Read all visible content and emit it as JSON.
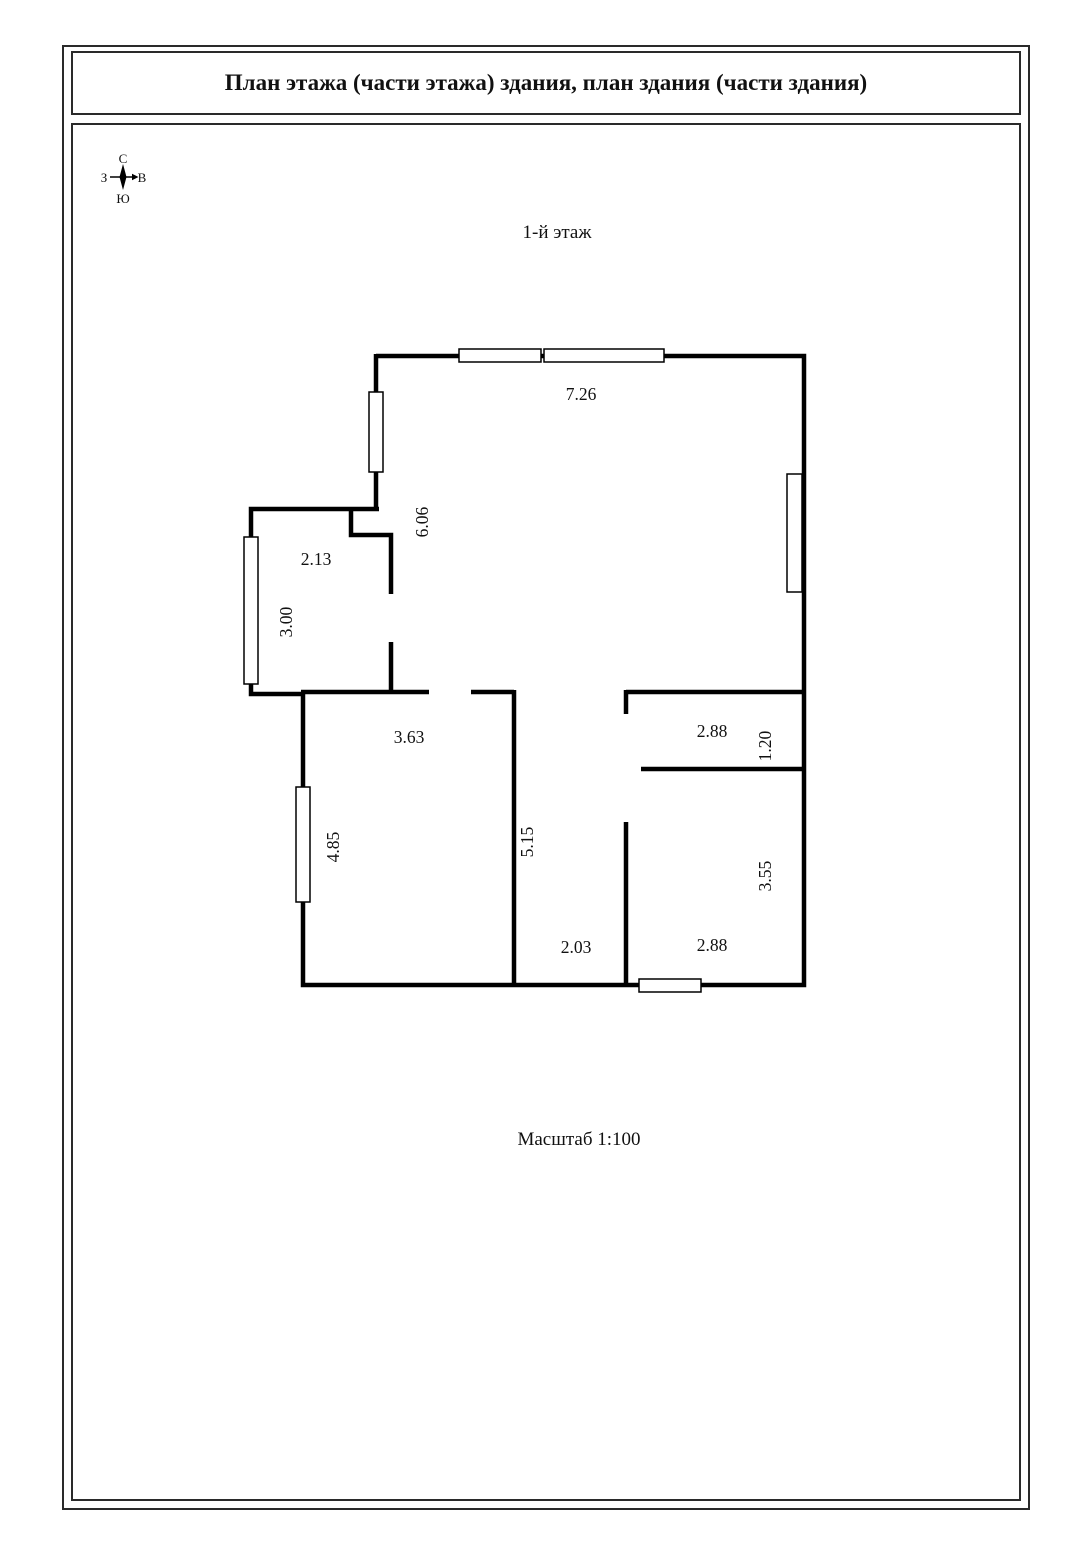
{
  "document": {
    "title": "План этажа (части этажа) здания, план здания (части здания)",
    "floor_label": "1-й этаж",
    "scale_label": "Масштаб 1:100"
  },
  "compass": {
    "north": "С",
    "south": "Ю",
    "west": "З",
    "east": "В"
  },
  "dimensions": {
    "top_width": "7.26",
    "left_upper_height": "6.06",
    "closet_width": "2.13",
    "closet_height": "3.00",
    "room_bottom_left_width": "3.63",
    "room_bottom_left_height": "4.85",
    "hall_height": "5.15",
    "hall_width": "2.03",
    "room_right_small_width": "2.88",
    "room_right_small_height": "1.20",
    "room_bottom_right_height": "3.55",
    "room_bottom_right_width": "2.88"
  }
}
